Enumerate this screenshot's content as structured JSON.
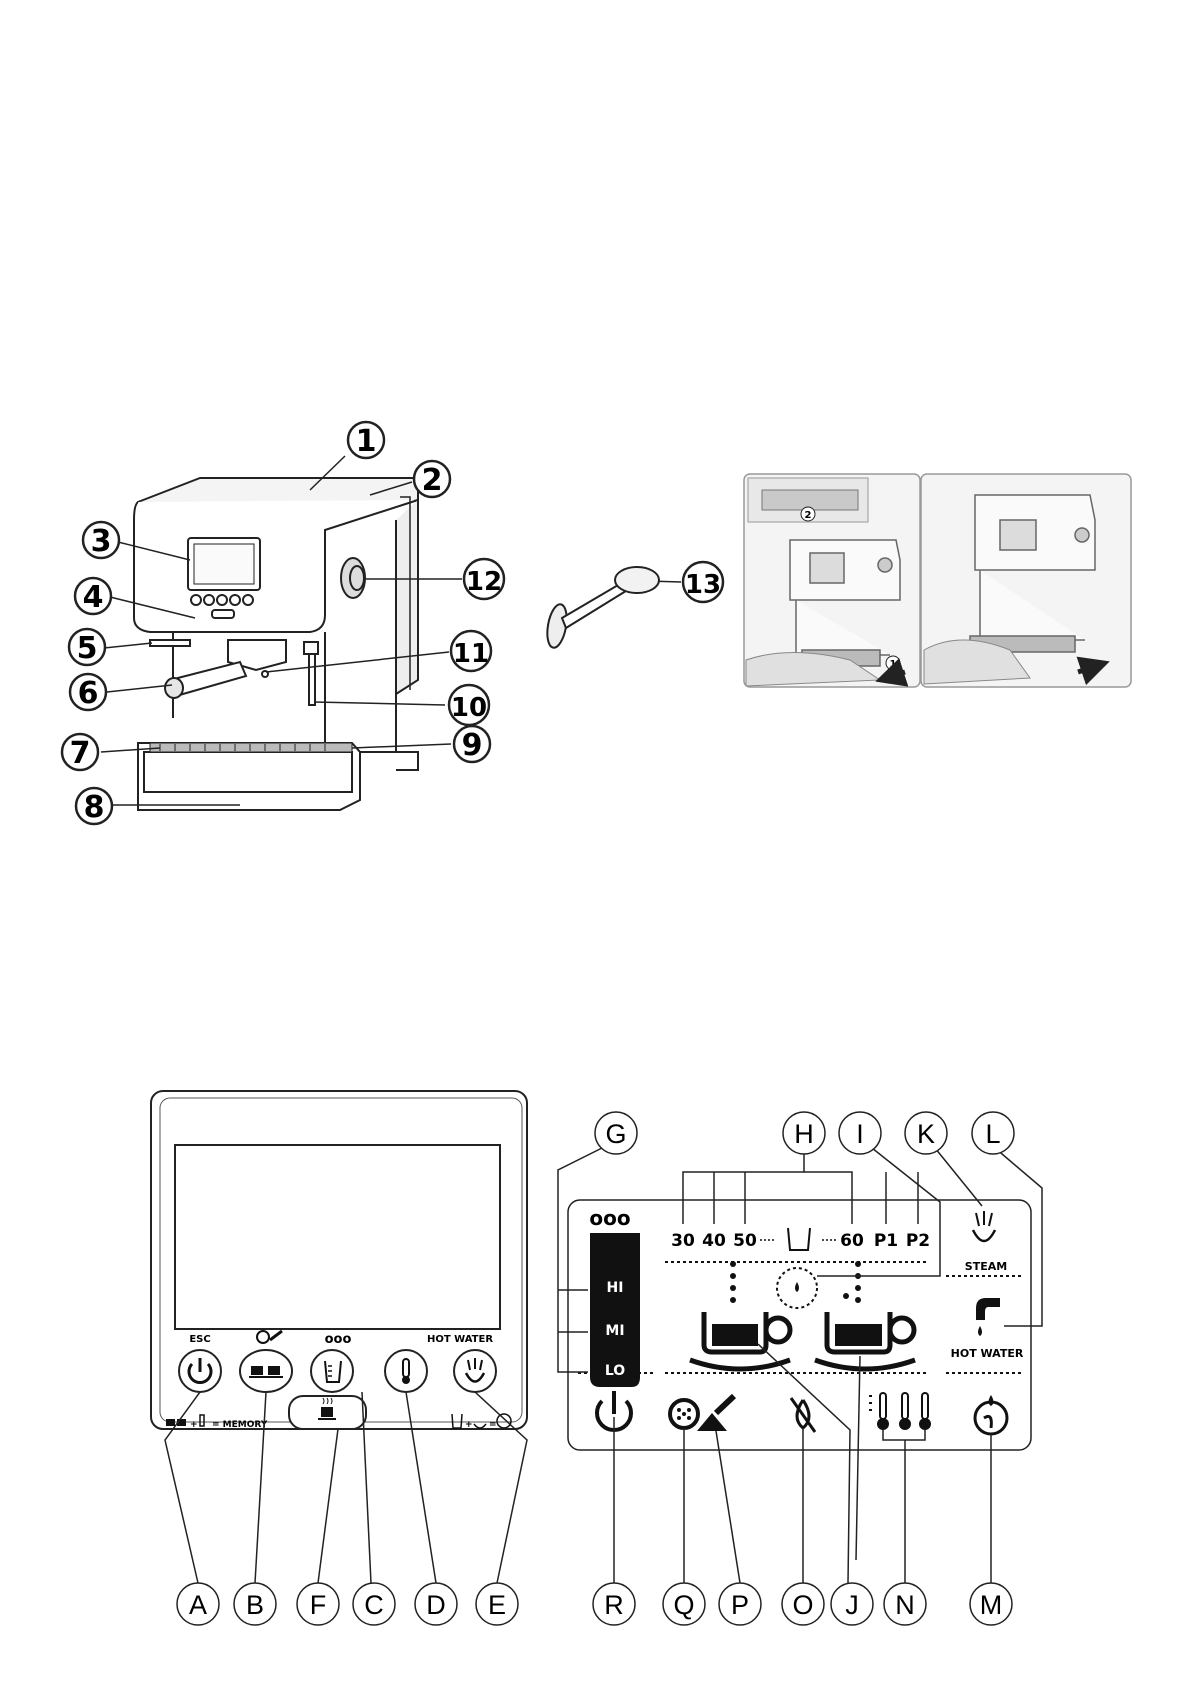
{
  "machine_callouts": [
    "1",
    "2",
    "3",
    "4",
    "5",
    "6",
    "7",
    "8",
    "9",
    "10",
    "11",
    "12",
    "13"
  ],
  "insert_steps": [
    "2",
    "1"
  ],
  "panel": {
    "esc": "ESC",
    "hot_water": "HOT WATER",
    "memory": "= MEMORY",
    "drops": "ooo"
  },
  "display": {
    "levels": [
      "HI",
      "MI",
      "LO"
    ],
    "volumes": [
      "30",
      "40",
      "50",
      "60",
      "P1",
      "P2"
    ],
    "steam": "STEAM",
    "hot_water": "HOT WATER"
  },
  "letters_top": [
    "G",
    "H",
    "I",
    "K",
    "L"
  ],
  "letters_bottom_left": [
    "A",
    "B",
    "F",
    "C",
    "D",
    "E"
  ],
  "letters_bottom_right": [
    "R",
    "Q",
    "P",
    "O",
    "J",
    "N",
    "M"
  ]
}
